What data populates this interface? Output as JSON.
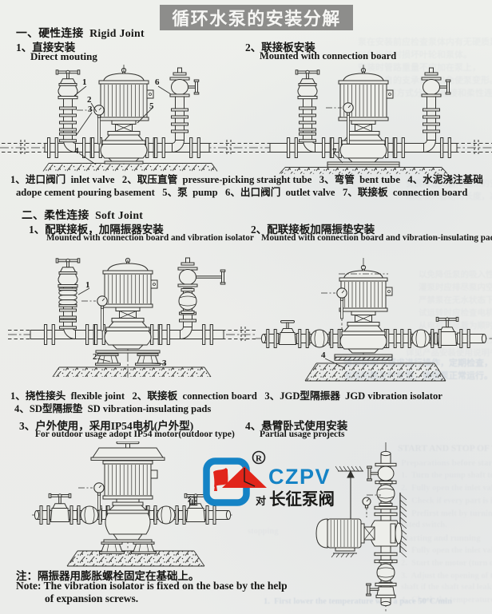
{
  "page": {
    "title": "循环水泵的安装分解"
  },
  "sections": {
    "rigid": {
      "heading": "一、硬性连接  Rigid Joint",
      "item1_zh": "1、直接安装",
      "item1_en": "Direct mouting",
      "item2_zh": "2、联接板安装",
      "item2_en": "Mounted with connection board",
      "legend_line1": "1、进口阀门  inlet valve   2、取压直管  pressure-picking straight tube   3、弯管  bent tube   4、水泥浇注基础",
      "legend_line2": "adope cement pouring basement   5、泵  pump   6、出口阀门  outlet valve   7、联接板  connection board"
    },
    "soft": {
      "heading": "二、柔性连接  Soft Joint",
      "item1_zh": "1、配联接板，加隔振器安装",
      "item1_en": "Mounted with connection board and vibration isolator",
      "item2_zh": "2、配联接板加隔振垫安装",
      "item2_en": "Mounted with connection board and vibration-insulating pad",
      "legend_line1": "1、挠性接头  flexible joint   2、联接板  connection board   3、JGD型隔振器  JGD vibration isolator",
      "legend_line2": "4、SD型隔振垫  SD vibration-insulating pads"
    },
    "usage": {
      "item3_zh": "3、户外使用，采用IP54电机(户外型)",
      "item3_en": "For outdoor usage adopt IP54 motor(outdoor type)",
      "item4_zh": "4、悬臂卧式使用安装",
      "item4_en": "Partial usage projects"
    }
  },
  "note": {
    "zh": "注：隔振器用膨胀螺栓固定在基础上。",
    "en1": "Note: The vibration isolator is fixed on the base by the help",
    "en2": "of expansion screws."
  },
  "logo": {
    "brand": "CZPV",
    "name_zh": "长征泵阀",
    "prefix_zh": "对",
    "blue": "#1282c4",
    "red": "#e02a1a"
  },
  "diagrams": {
    "d1": {
      "callouts": [
        "1",
        "2",
        "3",
        "4",
        "5",
        "6"
      ]
    },
    "d2": {
      "callouts": [
        "7"
      ]
    },
    "d3": {
      "callouts": [
        "1",
        "2",
        "3"
      ]
    },
    "d4": {
      "callouts": [
        "4"
      ]
    },
    "stray_char": "征"
  },
  "ghost": {
    "r1": "泵在安装前应检查泵体内有无硬质异物，",
    "r2": "以免运转时损坏叶轮和泵体。",
    "r3": "安装时管路重量不应加在泵上，",
    "r4": "应有各自的支承体，以免使泵变形。",
    "r5": "泵的安装方式分硬性连接和柔性连接。",
    "m1": "安装时应尽量降低泵的安装高度，",
    "m2": "缩短吸入管路的长度，减少弯头，",
    "m3": "以免降低泵的吸入性能。",
    "m4": "灌泵时应排尽泵内空气，",
    "m5": "严禁泵在无水状态下运转。",
    "m6": "试运转时应检查电机转向，",
    "m7": "从电机顶部看为顺时针方向。",
    "b0": "START AND STOP OF THE PUMP",
    "b1": "Preparations before starting",
    "b2": "1.  Turn the pump shaft to see whether it is",
    "b3": "2.  Fully open the inlet valve of the pump and",
    "b4": "3.  Check if every part is in the starting state,",
    "b5": "4.  Prefirst melt by turning the pump to avoid",
    "b6": "rated switch.",
    "b7": "Starting and running",
    "b8": "1.  Fully open the inlet valve and outlet valve,",
    "b9": "2.  Start the motor (turn on the running switch),",
    "b10": "3.  Adjust the opening of the outlet valve when the",
    "b11": "shaft if the shaft seal leaks.",
    "b12": "4.  Check the temperature of the bearings and the",
    "b13": "stopping",
    "b14": "1.  First lower the temperature with a pace 50°C/min",
    "b15": "请按说明书要求进行操作，定期检查，",
    "b16": "发现问题及时处理，确保泵正常运行。",
    "u1": "泵的固定与管路的连接方式示意图，",
    "u2": "详见产品安装使用说明书。"
  }
}
